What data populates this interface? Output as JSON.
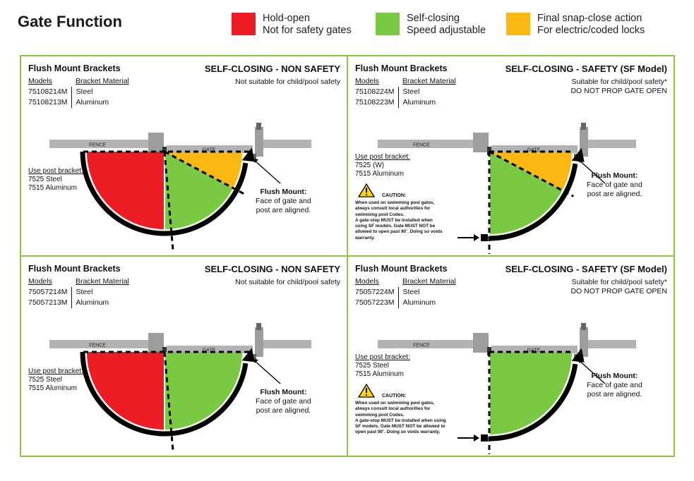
{
  "title": "Gate Function",
  "legend": [
    {
      "color": "#ee1c25",
      "line1": "Hold-open",
      "line2": "Not for safety gates"
    },
    {
      "color": "#7ac943",
      "line1": "Self-closing",
      "line2": "Speed adjustable"
    },
    {
      "color": "#fbb812",
      "line1": "Final snap-close action",
      "line2": "For electric/coded locks"
    }
  ],
  "colors": {
    "border": "#8dc63f",
    "red": "#ee1c25",
    "green": "#7ac943",
    "yellow": "#fbb812",
    "fence": "#b3b3b3",
    "dark": "#111111"
  },
  "panels": [
    {
      "brackets_title": "Flush Mount Brackets",
      "heading": "SELF-CLOSING - NON SAFETY",
      "note1": "Not suitable for child/pool safety",
      "note2": "",
      "col_models": "Models",
      "col_material": "Bracket Material",
      "models": [
        {
          "model": "75108214M",
          "material": "Steel"
        },
        {
          "model": "75108213M",
          "material": "Aluminum"
        }
      ],
      "fence_label": "FENCE",
      "gate_label": "GATE",
      "post_title": "Use post bracket:",
      "post1": "7525 Steel",
      "post2": "7515 Aluminum",
      "flush_title": "Flush Mount:",
      "flush1": "Face of gate and",
      "flush2": "post are aligned.",
      "caution_title": "",
      "caution_text": []
    },
    {
      "brackets_title": "Flush Mount Brackets",
      "heading": "SELF-CLOSING - SAFETY (SF Model)",
      "note1": "Suitable for child/pool safety*",
      "note2": "DO NOT PROP GATE OPEN",
      "col_models": "Models",
      "col_material": "Bracket Material",
      "models": [
        {
          "model": "75108224M",
          "material": "Steel"
        },
        {
          "model": "75108223M",
          "material": "Aluminum"
        }
      ],
      "fence_label": "FENCE",
      "gate_label": "GATE",
      "post_title": "Use post bracket:",
      "post1": "7525 (W)",
      "post2": "7515 Aluminum",
      "flush_title": "Flush Mount:",
      "flush1": "Face of gate and",
      "flush2": "post are aligned.",
      "caution_title": "CAUTION:",
      "caution_text": [
        "When used on swimming pool gates,",
        "always consult local authorities for",
        "swimming pool Codes.",
        "A gate-stop MUST be installed when",
        "using SF models. Gate MUST NOT be",
        "allowed to open past 90˚. Doing so voids",
        "warranty."
      ]
    },
    {
      "brackets_title": "Flush Mount Brackets",
      "heading": "SELF-CLOSING - NON SAFETY",
      "note1": "Not suitable for child/pool safety",
      "note2": "",
      "col_models": "Models",
      "col_material": "Bracket Material",
      "models": [
        {
          "model": "75057214M",
          "material": "Steel"
        },
        {
          "model": "75057213M",
          "material": "Aluminum"
        }
      ],
      "fence_label": "FENCE",
      "gate_label": "GATE",
      "post_title": "Use post bracket:",
      "post1": "7525 Steel",
      "post2": "7515 Aluminum",
      "flush_title": "Flush Mount:",
      "flush1": "Face of gate and",
      "flush2": "post are aligned.",
      "caution_title": "",
      "caution_text": []
    },
    {
      "brackets_title": "Flush Mount Brackets",
      "heading": "SELF-CLOSING - SAFETY (SF Model)",
      "note1": "Suitable for child/pool safety*",
      "note2": "DO NOT PROP GATE OPEN",
      "col_models": "Models",
      "col_material": "Bracket Material",
      "models": [
        {
          "model": "75057224M",
          "material": "Steel"
        },
        {
          "model": "75057223M",
          "material": "Aluminum"
        }
      ],
      "fence_label": "FENCE",
      "gate_label": "GATE",
      "post_title": "Use post bracket:",
      "post1": "7525 Steel",
      "post2": "7515 Aluminum",
      "flush_title": "Flush Mount:",
      "flush1": "Face of gate and",
      "flush2": "post are aligned.",
      "caution_title": "CAUTION:",
      "caution_text": [
        "When used on swimming pool gates,",
        "always consult local authorities for",
        "swimming pool Codes.",
        "A gate-stop MUST be installed when using",
        "SF models. Gate MUST NOT be allowed to",
        "open past 90˚. Doing so voids warranty."
      ]
    }
  ]
}
